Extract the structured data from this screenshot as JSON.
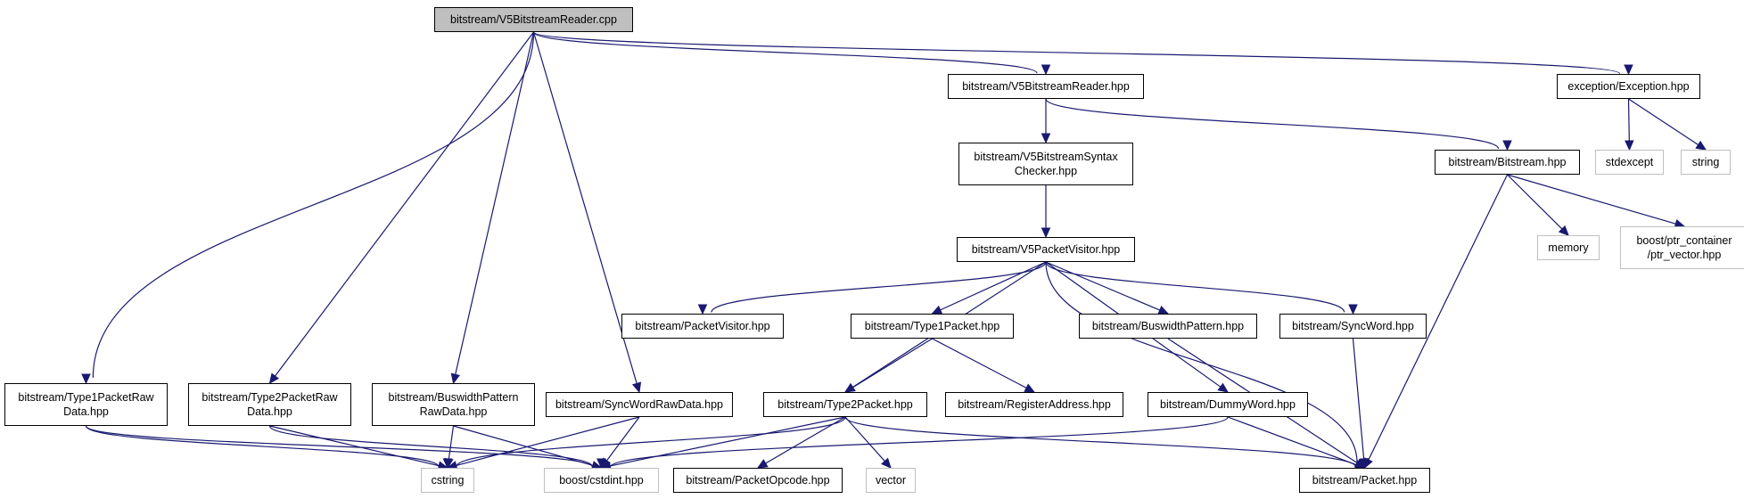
{
  "diagram": {
    "type": "include-dependency-graph",
    "edge_color": "#191970",
    "root_fill": "#bfbfbf",
    "external_border": "#bfbfbf",
    "nodes": [
      {
        "id": "root",
        "label": "bitstream/V5BitstreamReader.cpp",
        "kind": "root"
      },
      {
        "id": "v5reader_hpp",
        "label": "bitstream/V5BitstreamReader.hpp",
        "kind": "local"
      },
      {
        "id": "exception_hpp",
        "label": "exception/Exception.hpp",
        "kind": "local"
      },
      {
        "id": "stdexcept",
        "label": "stdexcept",
        "kind": "external"
      },
      {
        "id": "string",
        "label": "string",
        "kind": "external"
      },
      {
        "id": "syntax_checker",
        "label": "bitstream/V5BitstreamSyntax\nChecker.hpp",
        "kind": "local"
      },
      {
        "id": "bitstream_hpp",
        "label": "bitstream/Bitstream.hpp",
        "kind": "local"
      },
      {
        "id": "memory",
        "label": "memory",
        "kind": "external"
      },
      {
        "id": "ptr_vector",
        "label": "boost/ptr_container\n/ptr_vector.hpp",
        "kind": "external"
      },
      {
        "id": "v5packetvisitor",
        "label": "bitstream/V5PacketVisitor.hpp",
        "kind": "local"
      },
      {
        "id": "packetvisitor",
        "label": "bitstream/PacketVisitor.hpp",
        "kind": "local"
      },
      {
        "id": "type1packet",
        "label": "bitstream/Type1Packet.hpp",
        "kind": "local"
      },
      {
        "id": "buswidthpattern",
        "label": "bitstream/BuswidthPattern.hpp",
        "kind": "local"
      },
      {
        "id": "syncword",
        "label": "bitstream/SyncWord.hpp",
        "kind": "local"
      },
      {
        "id": "type1raw",
        "label": "bitstream/Type1PacketRaw\nData.hpp",
        "kind": "local"
      },
      {
        "id": "type2raw",
        "label": "bitstream/Type2PacketRaw\nData.hpp",
        "kind": "local"
      },
      {
        "id": "buswidthraw",
        "label": "bitstream/BuswidthPattern\nRawData.hpp",
        "kind": "local"
      },
      {
        "id": "syncwordraw",
        "label": "bitstream/SyncWordRawData.hpp",
        "kind": "local"
      },
      {
        "id": "type2packet",
        "label": "bitstream/Type2Packet.hpp",
        "kind": "local"
      },
      {
        "id": "registeraddress",
        "label": "bitstream/RegisterAddress.hpp",
        "kind": "local"
      },
      {
        "id": "dummyword",
        "label": "bitstream/DummyWord.hpp",
        "kind": "local"
      },
      {
        "id": "cstring",
        "label": "cstring",
        "kind": "external"
      },
      {
        "id": "cstdint",
        "label": "boost/cstdint.hpp",
        "kind": "external"
      },
      {
        "id": "packetopcode",
        "label": "bitstream/PacketOpcode.hpp",
        "kind": "local"
      },
      {
        "id": "vector",
        "label": "vector",
        "kind": "external"
      },
      {
        "id": "packet",
        "label": "bitstream/Packet.hpp",
        "kind": "local"
      }
    ],
    "edges": [
      {
        "from": "root",
        "to": "type1raw"
      },
      {
        "from": "root",
        "to": "type2raw"
      },
      {
        "from": "root",
        "to": "buswidthraw"
      },
      {
        "from": "root",
        "to": "syncwordraw"
      },
      {
        "from": "root",
        "to": "v5reader_hpp"
      },
      {
        "from": "root",
        "to": "exception_hpp"
      },
      {
        "from": "v5reader_hpp",
        "to": "syntax_checker"
      },
      {
        "from": "v5reader_hpp",
        "to": "bitstream_hpp"
      },
      {
        "from": "exception_hpp",
        "to": "stdexcept"
      },
      {
        "from": "exception_hpp",
        "to": "string"
      },
      {
        "from": "bitstream_hpp",
        "to": "memory"
      },
      {
        "from": "bitstream_hpp",
        "to": "ptr_vector"
      },
      {
        "from": "bitstream_hpp",
        "to": "packet"
      },
      {
        "from": "syntax_checker",
        "to": "v5packetvisitor"
      },
      {
        "from": "v5packetvisitor",
        "to": "packetvisitor"
      },
      {
        "from": "v5packetvisitor",
        "to": "type1packet"
      },
      {
        "from": "v5packetvisitor",
        "to": "type2packet"
      },
      {
        "from": "v5packetvisitor",
        "to": "buswidthpattern"
      },
      {
        "from": "v5packetvisitor",
        "to": "syncword"
      },
      {
        "from": "v5packetvisitor",
        "to": "dummyword"
      },
      {
        "from": "v5packetvisitor",
        "to": "packet"
      },
      {
        "from": "type1packet",
        "to": "type2packet"
      },
      {
        "from": "type1packet",
        "to": "registeraddress"
      },
      {
        "from": "buswidthpattern",
        "to": "packet"
      },
      {
        "from": "syncword",
        "to": "packet"
      },
      {
        "from": "dummyword",
        "to": "packet"
      },
      {
        "from": "dummyword",
        "to": "cstdint"
      },
      {
        "from": "type2packet",
        "to": "cstring"
      },
      {
        "from": "type2packet",
        "to": "cstdint"
      },
      {
        "from": "type2packet",
        "to": "packetopcode"
      },
      {
        "from": "type2packet",
        "to": "vector"
      },
      {
        "from": "type2packet",
        "to": "packet"
      },
      {
        "from": "type1raw",
        "to": "cstring"
      },
      {
        "from": "type1raw",
        "to": "cstdint"
      },
      {
        "from": "type2raw",
        "to": "cstring"
      },
      {
        "from": "type2raw",
        "to": "cstdint"
      },
      {
        "from": "buswidthraw",
        "to": "cstring"
      },
      {
        "from": "buswidthraw",
        "to": "cstdint"
      },
      {
        "from": "syncwordraw",
        "to": "cstring"
      },
      {
        "from": "syncwordraw",
        "to": "cstdint"
      }
    ]
  }
}
